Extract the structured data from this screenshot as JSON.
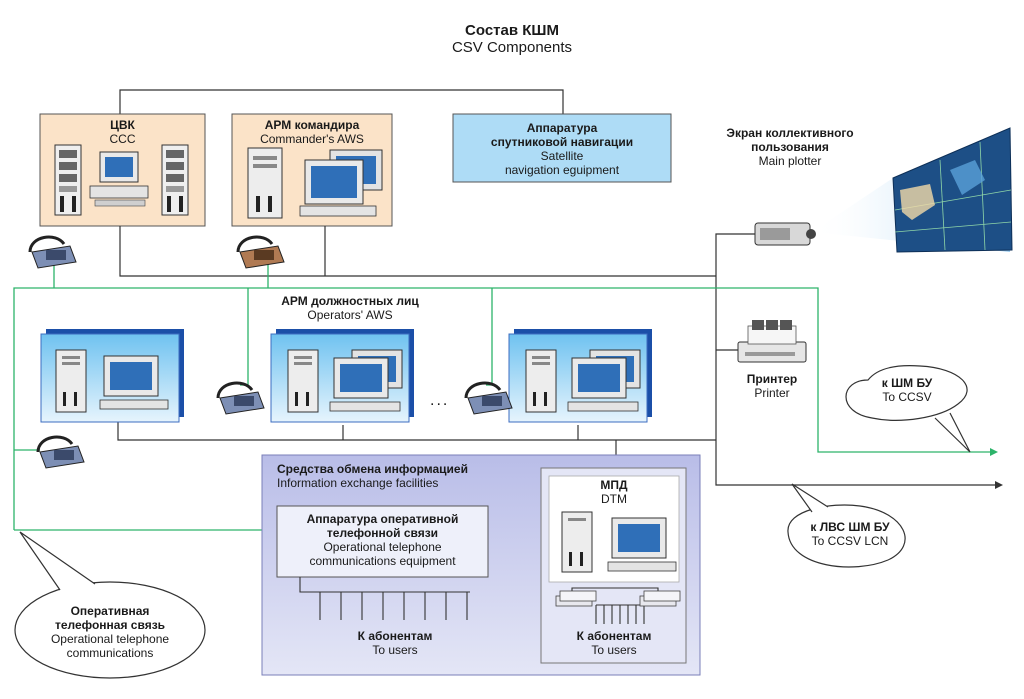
{
  "title": {
    "ru": "Состав КШМ",
    "en": "CSV Components"
  },
  "ccc": {
    "ru": "ЦВК",
    "en": "CCC"
  },
  "commander": {
    "ru": "АРМ командира",
    "en": "Commander's AWS"
  },
  "satnav": {
    "ru1": "Аппаратура",
    "ru2": "спутниковой навигации",
    "en1": "Satellite",
    "en2": "navigation eguipment"
  },
  "plotter": {
    "ru1": "Экран коллективного",
    "ru2": "пользования",
    "en": "Main plotter"
  },
  "operators": {
    "ru": "АРМ должностных лиц",
    "en": "Operators' AWS",
    "ellipsis": "..."
  },
  "printer": {
    "ru": "Принтер",
    "en": "Printer"
  },
  "to_ccsv": {
    "ru": "к ШМ БУ",
    "en": "To CCSV"
  },
  "to_lcn": {
    "ru": "к ЛВС ШМ БУ",
    "en": "To CCSV LCN"
  },
  "exchange": {
    "ru": "Средства обмена информацией",
    "en": "Information exchange facilities"
  },
  "telequip": {
    "ru1": "Аппаратура оперативной",
    "ru2": "телефонной связи",
    "en1": "Operational telephone",
    "en2": "communications equipment"
  },
  "dtm": {
    "ru": "МПД",
    "en": "DTM"
  },
  "users_left": {
    "ru": "К абонентам",
    "en": "To users"
  },
  "users_right": {
    "ru": "К абонентам",
    "en": "To users"
  },
  "optel": {
    "ru1": "Оперативная",
    "ru2": "телефонная связь",
    "en1": "Operational telephone",
    "en2": "communications"
  },
  "colors": {
    "green_line": "#2db36a",
    "dark_line": "#333333",
    "orange_box": "#fbe3c8",
    "blue_box": "#aedcf6",
    "purple_area": "#cfd2ef"
  }
}
